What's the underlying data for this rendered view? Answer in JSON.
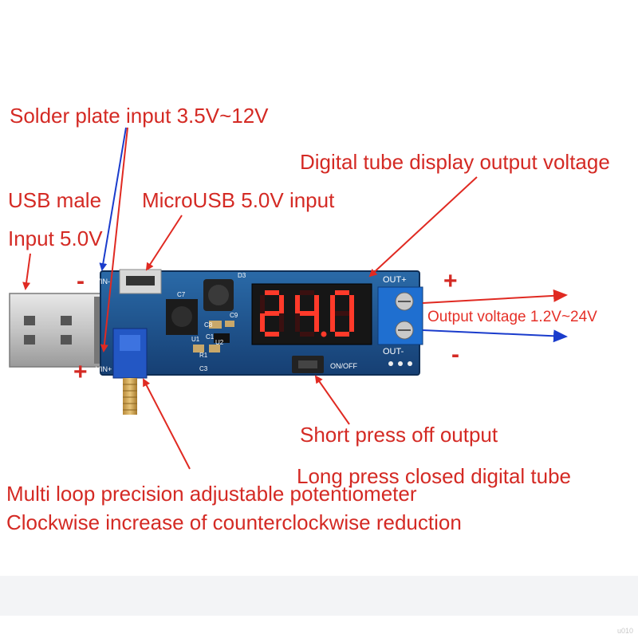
{
  "labels": {
    "solder_plate": "Solder plate input 3.5V~12V",
    "usb_male": "USB male",
    "input_5v": "Input 5.0V",
    "microusb": "MicroUSB 5.0V input",
    "digital_tube": "Digital tube display output voltage",
    "output_voltage": "Output voltage 1.2V~24V",
    "short_press": "Short press off output",
    "long_press": "Long press closed digital tube",
    "potentiometer": "Multi loop precision adjustable potentiometer",
    "clockwise": "Clockwise increase of counterclockwise reduction"
  },
  "signs": {
    "input_minus": "-",
    "input_plus": "+",
    "output_plus": "+",
    "output_minus": "-"
  },
  "board": {
    "display_reading": "24.0",
    "silkscreen": {
      "vin_minus": "VIN-",
      "vin_plus": "VIN+",
      "out_plus": "OUT+",
      "out_minus": "OUT-",
      "on_off": "ON/OFF",
      "d3": "D3",
      "c7": "C7",
      "c8": "C8",
      "c9": "C9",
      "c1": "C1",
      "c3": "C3",
      "u1": "U1",
      "u2": "U2",
      "r1": "R1"
    }
  },
  "colors": {
    "label_red": "#d42a24",
    "arrow_red": "#e02a22",
    "arrow_blue": "#1a3ccc",
    "pcb_blue": "#1d4f8c",
    "display_red": "#ff3a2a"
  },
  "watermark": "u010"
}
